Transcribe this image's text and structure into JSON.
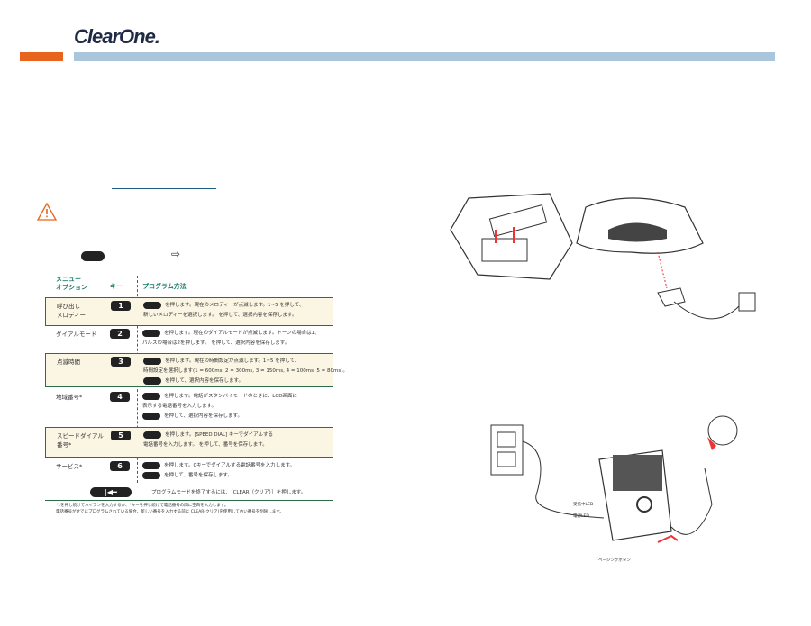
{
  "header": {
    "logo": "ClearOne.",
    "accent_orange": "#e8641c",
    "accent_blue": "#a9c6dc"
  },
  "table": {
    "headers": {
      "option": "メニュー\nオプション",
      "key": "キー",
      "method": "プログラム方法"
    },
    "rows": [
      {
        "option": "呼び出し\nメロディー",
        "key": "1",
        "lines": [
          "を押します。現在のメロディーが点滅します。1~5 を押して、",
          "新しいメロディーを選択します。 を押して、選択内容を保存します。"
        ],
        "highlight": true
      },
      {
        "option": "ダイアルモード",
        "key": "2",
        "lines": [
          "を押します。現在のダイアルモードが点滅します。トーンの場合は1、",
          "パルスの場合は2を押します。 を押して、選択内容を保存します。"
        ],
        "highlight": false
      },
      {
        "option": "点滅時間",
        "key": "3",
        "lines": [
          "を押します。現在の時間設定が点滅します。1~5 を押して、",
          "時間設定を選択します(1 = 600ms, 2 = 300ms, 3 = 150ms, 4 = 100ms, 5 = 80ms)。",
          "を押して、選択内容を保存します。"
        ],
        "highlight": true
      },
      {
        "option": "地域番号*",
        "key": "4",
        "lines": [
          "を押します。電話がスタンバイモードのときに、LCD画面に",
          "表示する電話番号を入力します。",
          "を押して、選択内容を保存します。"
        ],
        "highlight": false
      },
      {
        "option": "スピードダイアル\n番号*",
        "key": "5",
        "lines": [
          "を押します。[SPEED DIAL] キーでダイアルする",
          "電話番号を入力します。 を押して、番号を保存します。"
        ],
        "highlight": true
      },
      {
        "option": "サービス*",
        "key": "6",
        "lines": [
          "を押します。0キーでダイアルする電話番号を入力します。",
          "を押して、番号を保存します。"
        ],
        "highlight": false
      }
    ],
    "clear_text": "プログラムモードを終了するには、［CLEAR（クリア）］を押します。",
    "footnotes": [
      "*1を押し続けてハイフンを入力するか、*キーを押し続けて電話番号の間に空白を入力します。",
      "電話番号がすでにプログラムされている場合、新しい番号を入力する前に CLEAR(クリア)を使用して古い番号を削除します。"
    ]
  },
  "illustration": {
    "labels": [
      "受信中LED",
      "電源LED",
      "ページングボタン"
    ]
  }
}
